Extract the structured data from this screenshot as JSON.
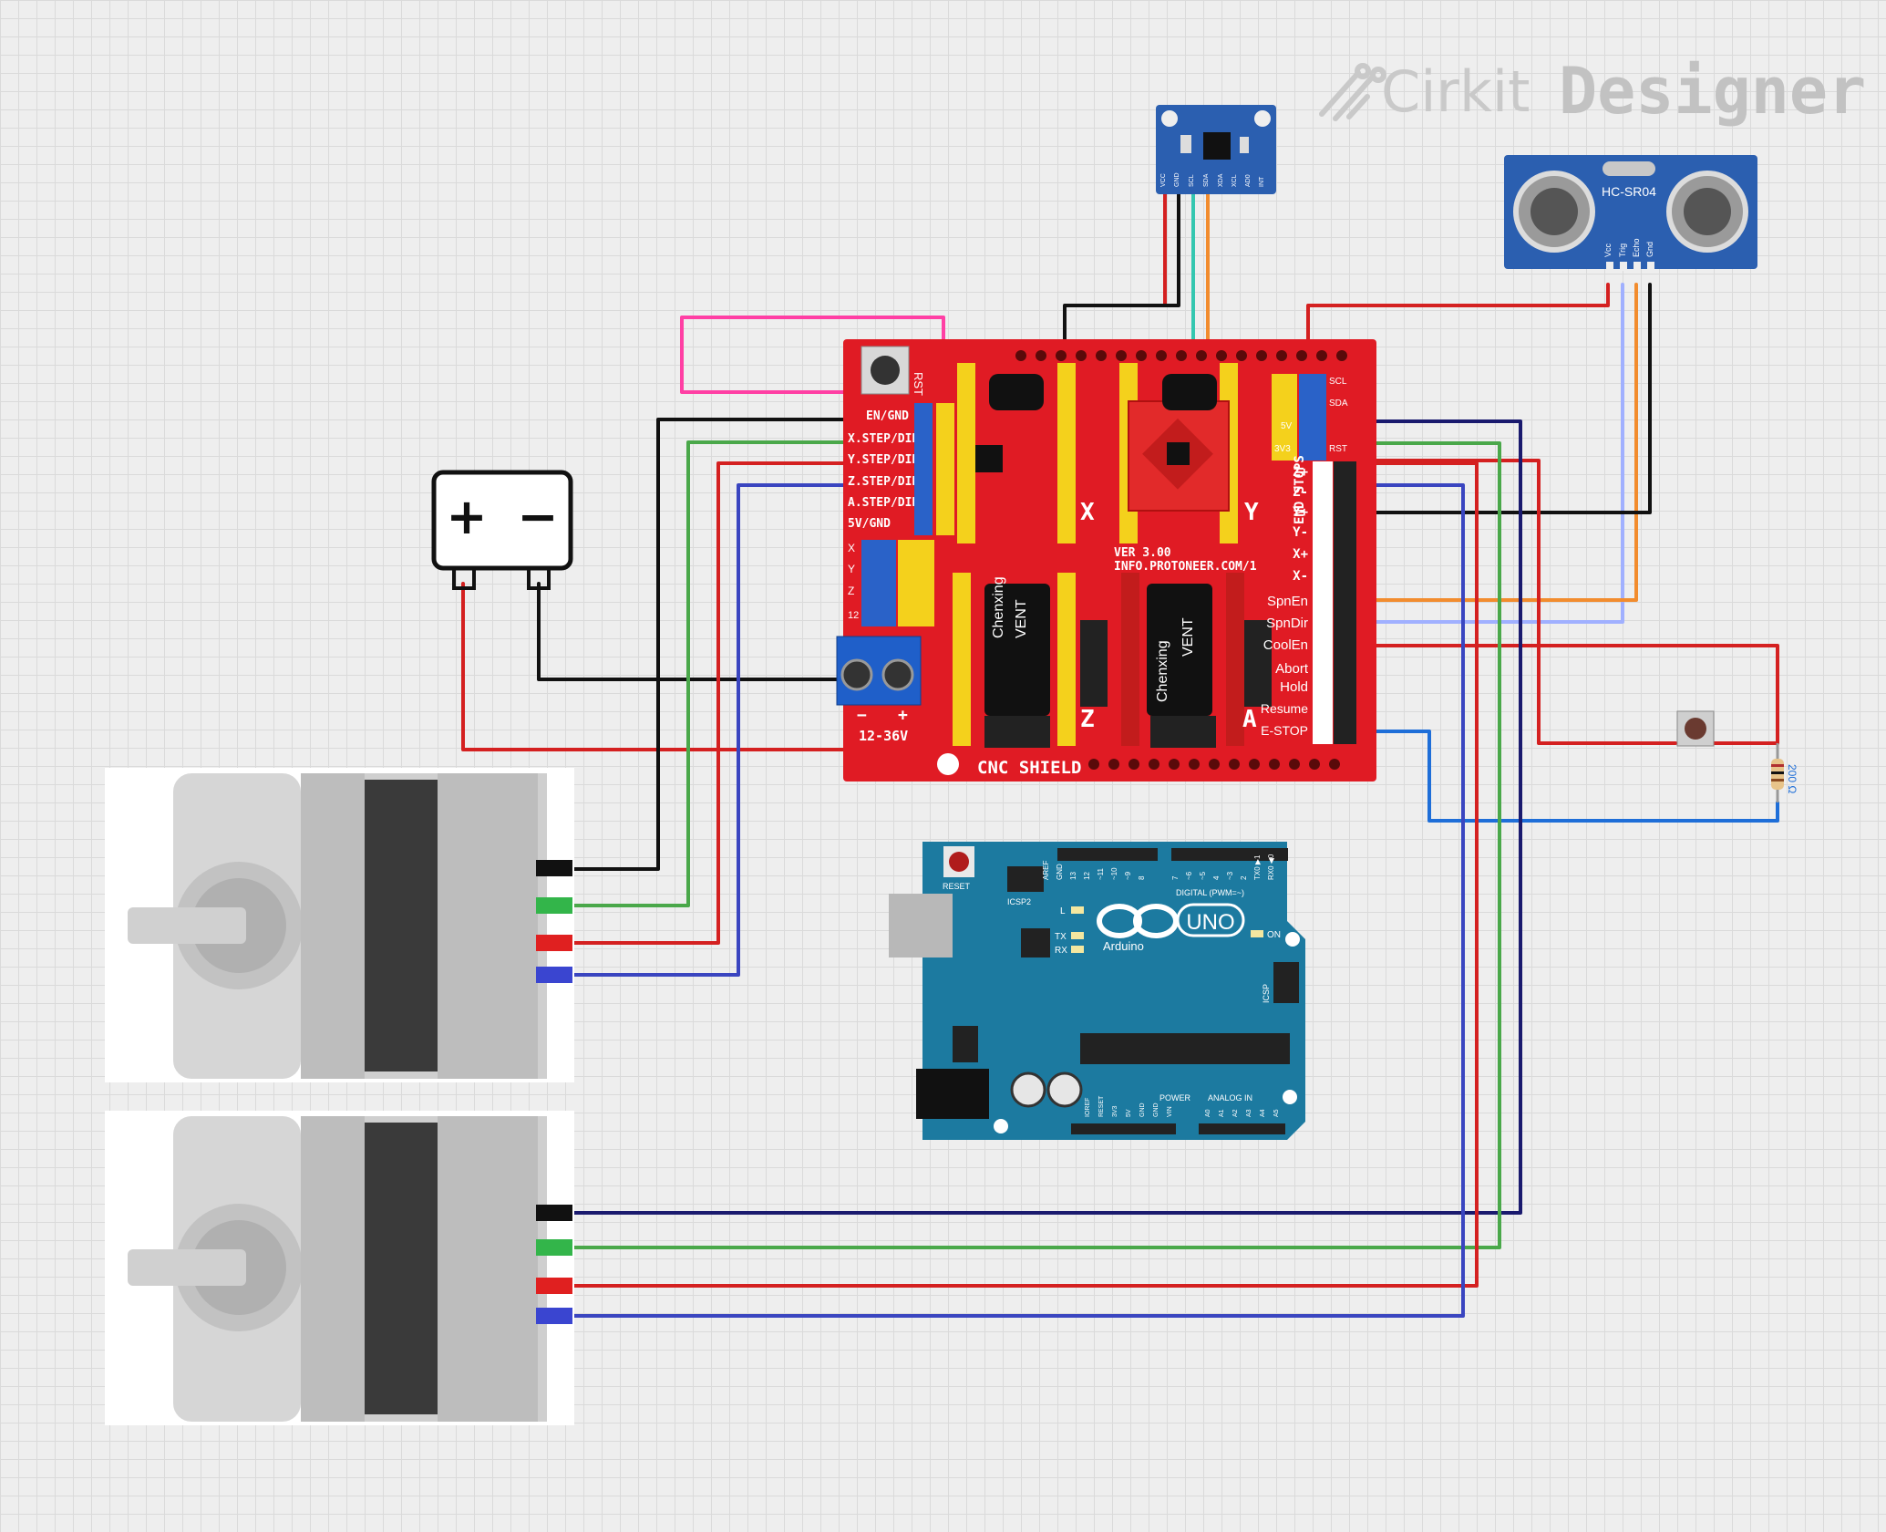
{
  "app": {
    "logo_light": "Cirkit",
    "logo_bold": "Designer"
  },
  "cnc_shield": {
    "rst": "RST",
    "rows": [
      "EN/GND",
      "X.STEP/DIR",
      "Y.STEP/DIR",
      "Z.STEP/DIR",
      "A.STEP/DIR",
      "5V/GND"
    ],
    "version": "VER 3.00",
    "url": "INFO.PROTONEER.COM/1",
    "name": "CNC SHIELD",
    "voltage": "12-36V",
    "minus": "−",
    "plus": "+",
    "end_stops": "END STOPS",
    "driver_x": "X",
    "driver_y": "Y",
    "driver_z": "Z",
    "driver_a": "A",
    "axis_pins": [
      "Z+",
      "Z-",
      "Y+",
      "Y-",
      "X+",
      "X-"
    ],
    "right_pins": [
      "SpnEn",
      "SpnDir",
      "CoolEn",
      "Abort",
      "Hold",
      "Resume",
      "E-STOP"
    ],
    "i2c_pins": [
      "SCL",
      "SDA",
      "5V",
      "3V3",
      "RST"
    ],
    "left_jumpers": [
      "X",
      "Y",
      "Z",
      "12"
    ],
    "cap_brand": "Chenxing",
    "cap_vent": "VENT"
  },
  "battery": {
    "plus": "+",
    "minus": "−"
  },
  "mpu": {
    "pins": [
      "VCC",
      "GND",
      "SCL",
      "SDA",
      "XDA",
      "XCL",
      "AD0",
      "INT"
    ]
  },
  "hcsr04": {
    "name": "HC-SR04",
    "pins": [
      "Vcc",
      "Trig",
      "Echo",
      "Gnd"
    ]
  },
  "resistor": {
    "value": "200 Ω"
  },
  "arduino": {
    "reset": "RESET",
    "icsp2": "ICSP2",
    "aref": "AREF",
    "gnd": "GND",
    "digital": "DIGITAL (PWM=~)",
    "tx0": "TX0 ▶1",
    "rx0": "RX0 ◀0",
    "l": "L",
    "tx": "TX",
    "rx": "RX",
    "brand": "Arduino",
    "model": "UNO",
    "on": "ON",
    "icsp": "ICSP",
    "power": "POWER",
    "analog_in": "ANALOG IN",
    "power_pins": [
      "IOREF",
      "RESET",
      "3V3",
      "5V",
      "GND",
      "GND",
      "VIN"
    ],
    "analog_pins": [
      "A0",
      "A1",
      "A2",
      "A3",
      "A4",
      "A5"
    ],
    "digital_pins": [
      "13",
      "12",
      "~11",
      "~10",
      "~9",
      "8",
      "7",
      "~6",
      "~5",
      "4",
      "~3",
      "2"
    ]
  },
  "colors": {
    "shield_red": "#e01b24",
    "stepper_driver_yellow": "#f4d11c",
    "arduino_teal": "#1c7aa0",
    "sensor_blue": "#2b5fb0",
    "wire_red": "#d42020",
    "wire_black": "#111111",
    "wire_green": "#4aa84a",
    "wire_blue": "#3a45c0",
    "wire_navy": "#1a1a6e",
    "wire_pink": "#ff3fa4",
    "wire_orange": "#f28c2e",
    "wire_teal": "#34c7b0",
    "wire_lilac": "#a0b0ff"
  }
}
